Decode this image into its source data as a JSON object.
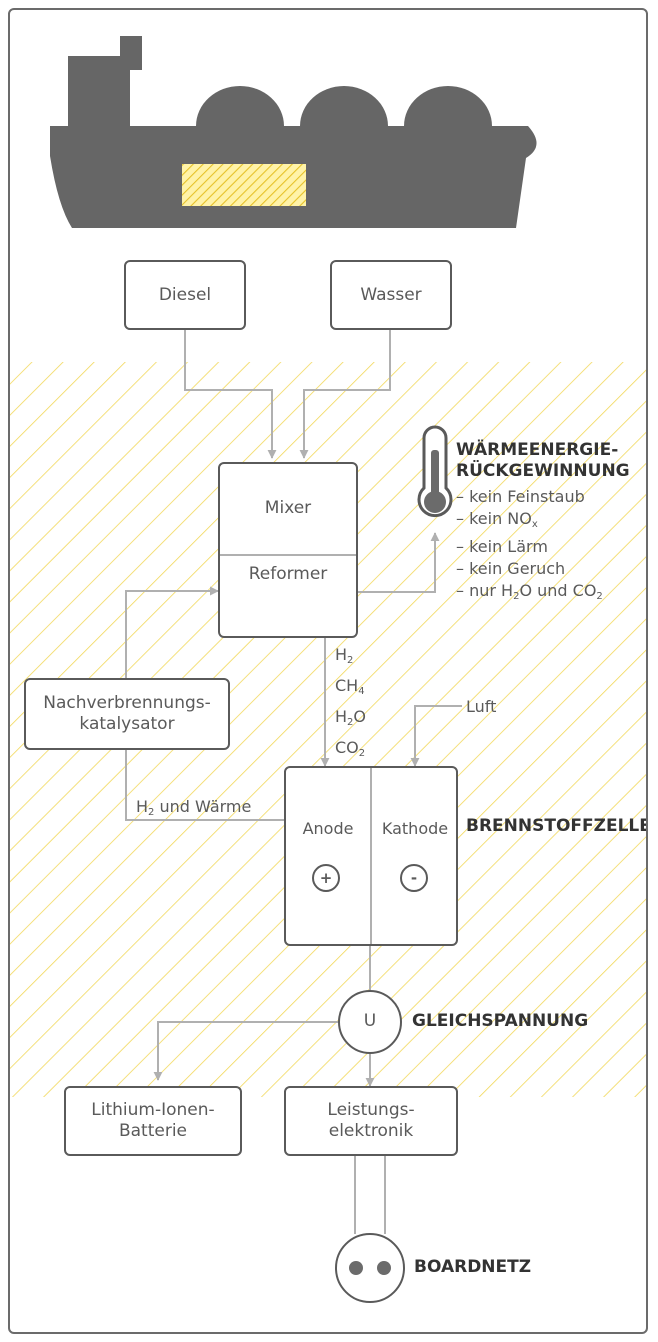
{
  "colors": {
    "stroke": "#5a5a5a",
    "connector": "#b0b0b0",
    "hatch": "#f2d85a",
    "ship": "#666666",
    "cargo_hatch": "#e6c229"
  },
  "icons": {
    "ship": "ship-icon",
    "thermometer": "thermometer-icon",
    "plus": "plus-icon",
    "minus": "minus-icon",
    "socket": "power-socket-icon"
  },
  "inputs": {
    "diesel": "Diesel",
    "wasser": "Wasser"
  },
  "reformer": {
    "mixer": "Mixer",
    "reformer": "Reformer"
  },
  "heat_recovery": {
    "title_line1": "WÄRMEENERGIE-",
    "title_line2": "RÜCKGEWINNUNG",
    "benefits": [
      "– kein Feinstaub",
      "– kein NO",
      "x",
      "– kein Lärm",
      "– kein Geruch",
      "– nur H",
      "2",
      "O und CO",
      "2"
    ]
  },
  "gas_outputs": {
    "h2": "H",
    "h2_sub": "2",
    "ch4": "CH",
    "ch4_sub": "4",
    "h2o_a": "H",
    "h2o_sub": "2",
    "h2o_b": "O",
    "co2": "CO",
    "co2_sub": "2"
  },
  "afterburner": {
    "line1": "Nachverbrennungs-",
    "line2": "katalysator"
  },
  "air": "Luft",
  "feedback": {
    "h": "H",
    "sub": "2",
    "rest": " und Wärme"
  },
  "fuel_cell": {
    "title": "BRENNSTOFFZELLE",
    "anode": "Anode",
    "cathode": "Kathode",
    "plus": "+",
    "minus": "-"
  },
  "dc": {
    "symbol": "U",
    "label": "GLEICHSPANNUNG"
  },
  "battery": {
    "line1": "Lithium-Ionen-",
    "line2": "Batterie"
  },
  "power_electronics": {
    "line1": "Leistungs-",
    "line2": "elektronik"
  },
  "grid": {
    "label": "BOARDNETZ"
  }
}
